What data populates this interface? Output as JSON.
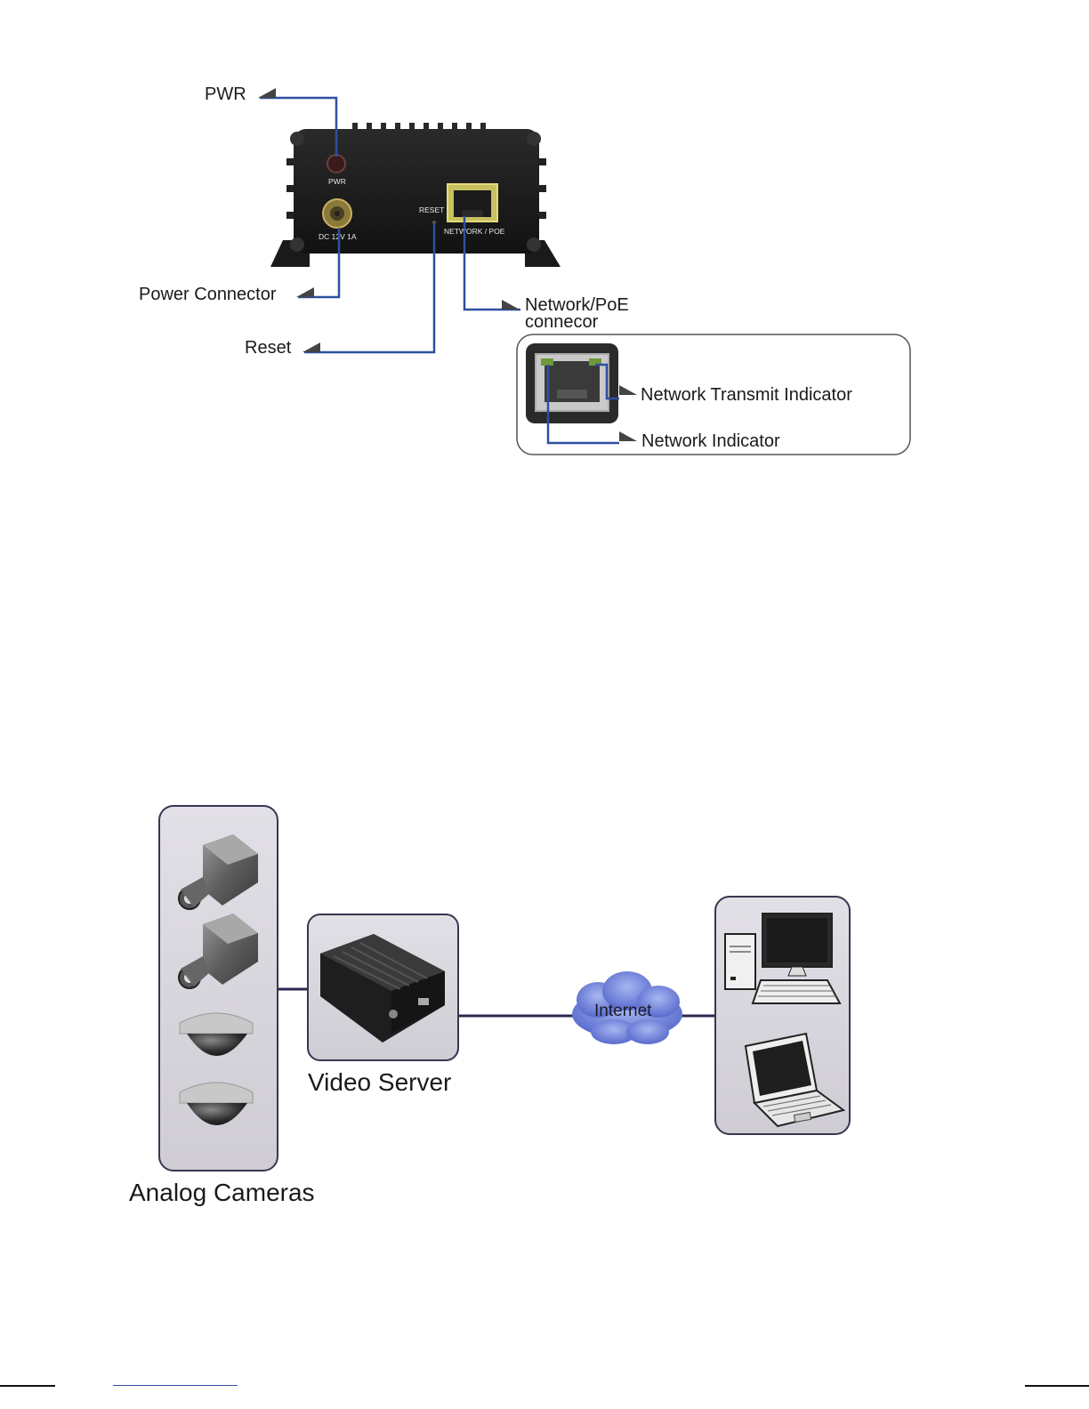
{
  "device_panel": {
    "callouts": {
      "pwr": "PWR",
      "power_connector": "Power Connector",
      "reset": "Reset",
      "network_poe_line1": "Network/PoE",
      "network_poe_line2": "connecor"
    },
    "panel_labels": {
      "pwr": "PWR",
      "dc": "DC 12V 1A",
      "reset": "RESET",
      "network": "NETWORK / POE"
    },
    "inset_callouts": {
      "transmit": "Network Transmit Indicator",
      "network": "Network Indicator"
    }
  },
  "topology": {
    "cameras_label": "Analog Cameras",
    "video_server_label": "Video Server",
    "internet_label": "Internet"
  },
  "colors": {
    "leader_line": "#2f4fa0",
    "device_body": "#1c1c1c",
    "panel_bg": "#d8d6dc",
    "panel_border": "#3a3550",
    "cloud": "#6a80d8",
    "link_line": "#2c2850"
  }
}
